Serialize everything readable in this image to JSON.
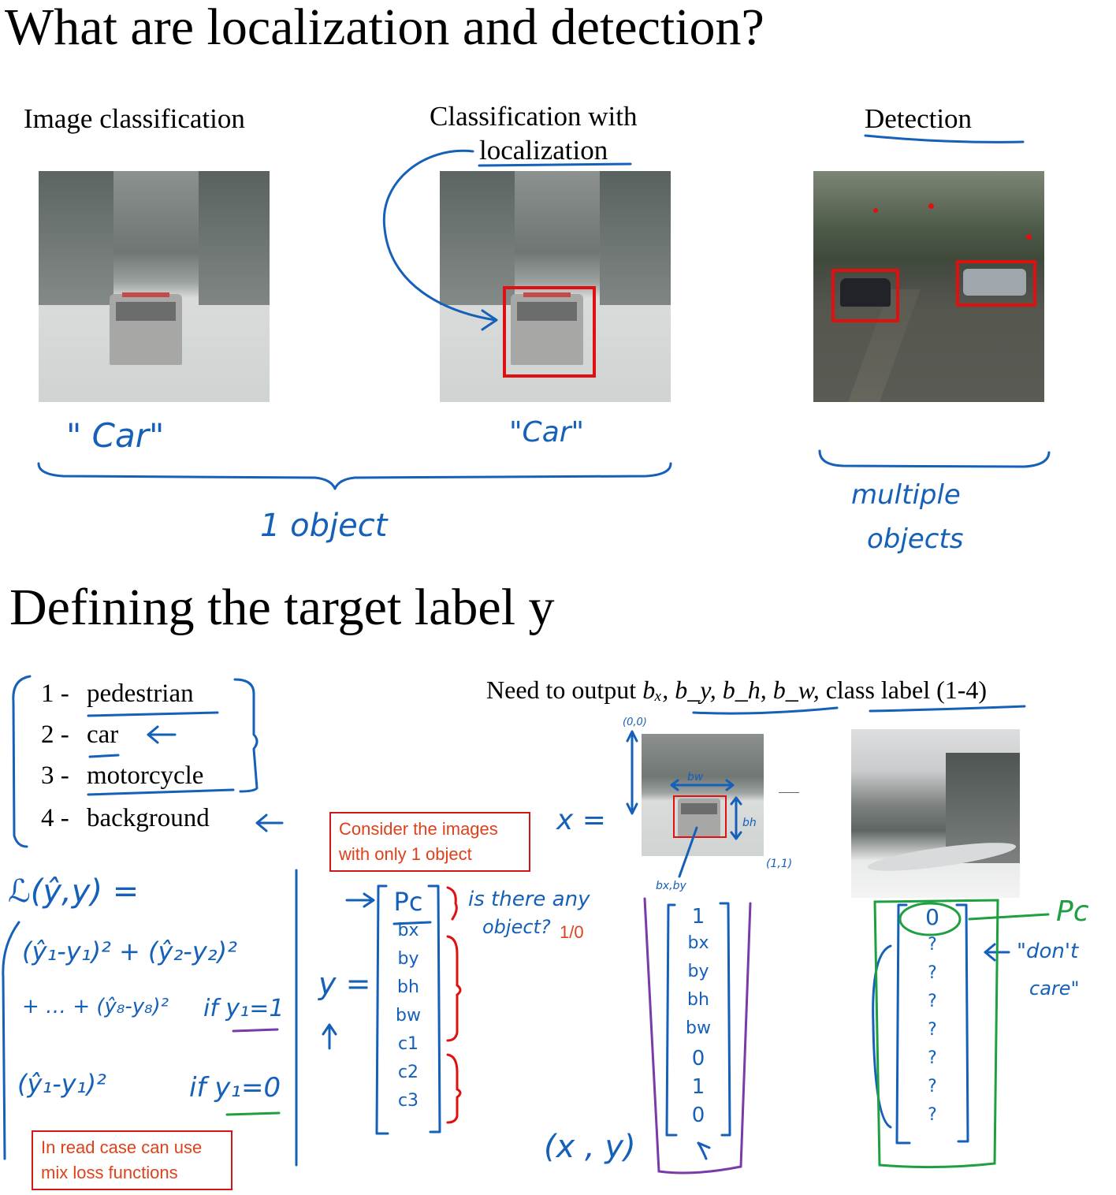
{
  "titles": {
    "main": "What are localization and detection?",
    "second": "Defining the target label y"
  },
  "captions": {
    "image_classification": "Image classification",
    "classification_with": "Classification with",
    "localization": "localization",
    "detection": "Detection"
  },
  "handwritten": {
    "car_label_1": "\" Car\"",
    "car_label_2": "\"Car\"",
    "one_object": "1 object",
    "multiple": "multiple",
    "objects": "objects",
    "origin": "(0,0)",
    "corner": "(1,1)",
    "x_equals": "x =",
    "bw": "bw",
    "bh": "bh",
    "bxby": "bx,by",
    "loss": "ℒ(ŷ,y) =",
    "loss_line1": "(ŷ₁-y₁)² + (ŷ₂-y₂)²",
    "loss_line2": "+ … + (ŷ₈-y₈)²",
    "if_y1_is_1": "if y₁=1",
    "loss_line3": "(ŷ₁-y₁)²",
    "if_y1_is_0": "if y₁=0",
    "y_equals": "y =",
    "is_there": "is there any",
    "object_q": "object?",
    "xy_pair": "(x , y)",
    "pc_right": "Pc",
    "dont": "\"don't",
    "care": "care\""
  },
  "classes": [
    {
      "num": "1 -",
      "name": "pedestrian"
    },
    {
      "num": "2 -",
      "name": "car"
    },
    {
      "num": "3 -",
      "name": "motorcycle"
    },
    {
      "num": "4 -",
      "name": "background"
    }
  ],
  "need_output": {
    "prefix": "Need to output",
    "vars": "bₓ, b_y, b_h, b_w,",
    "suffix": "class label (1-4)"
  },
  "notes": {
    "consider": "Consider the images with only 1 object",
    "one_zero": "1/0",
    "mix_loss": "In read case can use mix loss functions"
  },
  "y_vector": [
    "Pc",
    "bx",
    "by",
    "bh",
    "bw",
    "c1",
    "c2",
    "c3"
  ],
  "example_vector": [
    "1",
    "bx",
    "by",
    "bh",
    "bw",
    "0",
    "1",
    "0"
  ],
  "dont_care_vector": [
    "0",
    "?",
    "?",
    "?",
    "?",
    "?",
    "?",
    "?"
  ],
  "colors": {
    "ink_blue": "#1560b8",
    "ink_red": "#e01010",
    "ink_green": "#1ea040",
    "ink_purple": "#7a3aa8",
    "note_red": "#d01818"
  }
}
